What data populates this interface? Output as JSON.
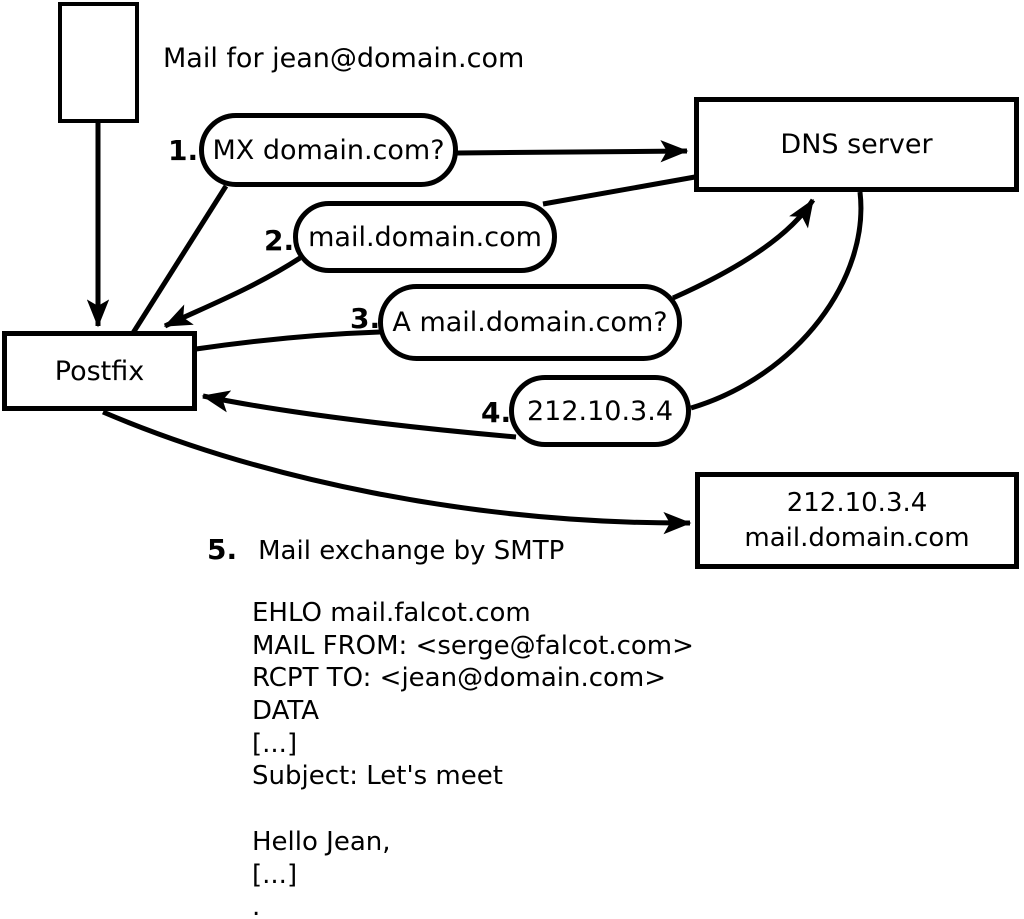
{
  "diagram": {
    "mail_note": "Mail for jean@domain.com",
    "nodes": {
      "postfix": "Postfix",
      "dns_server": "DNS server",
      "mail_server_line1": "212.10.3.4",
      "mail_server_line2": "mail.domain.com"
    },
    "steps": [
      {
        "number": "1.",
        "label": "MX domain.com?"
      },
      {
        "number": "2.",
        "label": "mail.domain.com"
      },
      {
        "number": "3.",
        "label": "A mail.domain.com?"
      },
      {
        "number": "4.",
        "label": "212.10.3.4"
      },
      {
        "number": "5.",
        "label": "Mail exchange by SMTP"
      }
    ],
    "smtp_session": {
      "lines": [
        "EHLO mail.falcot.com",
        "MAIL FROM: <serge@falcot.com>",
        "RCPT TO: <jean@domain.com>",
        "DATA",
        "[...]",
        "Subject: Let's meet",
        "",
        "Hello Jean,",
        "[...]",
        "."
      ]
    },
    "colors": {
      "stroke": "#000000",
      "background": "#ffffff"
    }
  }
}
